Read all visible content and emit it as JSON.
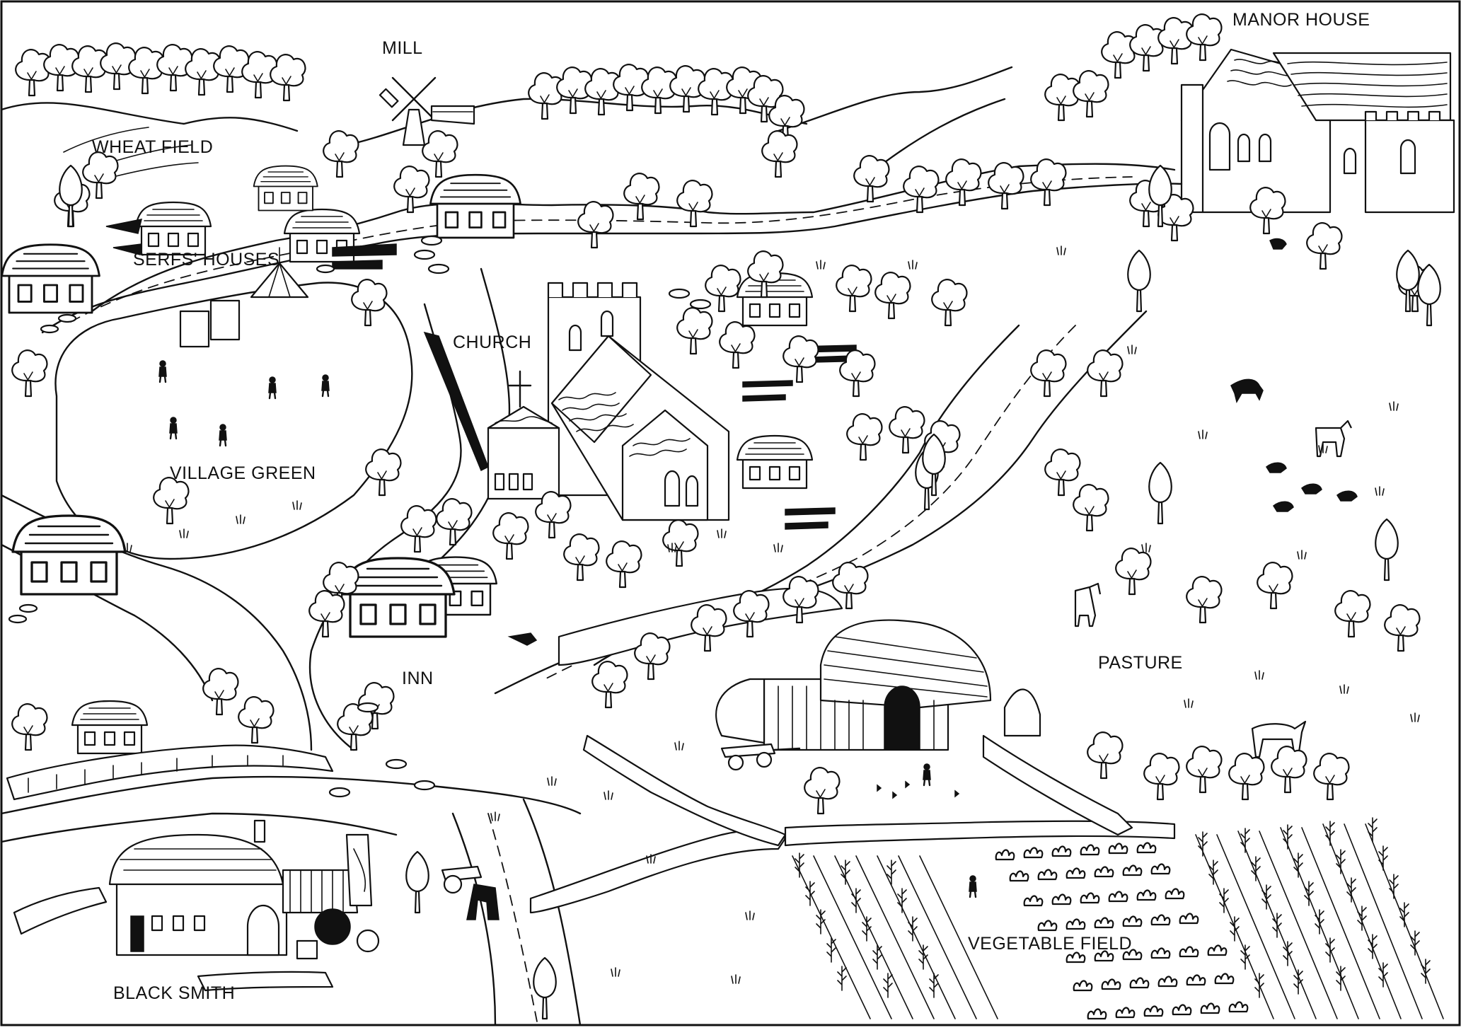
{
  "map": {
    "labels": {
      "mill": "MILL",
      "manor_house": "MANOR HOUSE",
      "wheat_field": "WHEAT FIELD",
      "serfs_houses": "SERFS' HOUSES",
      "church": "CHURCH",
      "village_green": "VILLAGE GREEN",
      "inn": "INN",
      "pasture": "PASTURE",
      "vegetable_field": "VEGETABLE FIELD",
      "black_smith": "BLACK SMITH"
    },
    "colors": {
      "ink": "#111111",
      "paper": "#ffffff"
    }
  }
}
